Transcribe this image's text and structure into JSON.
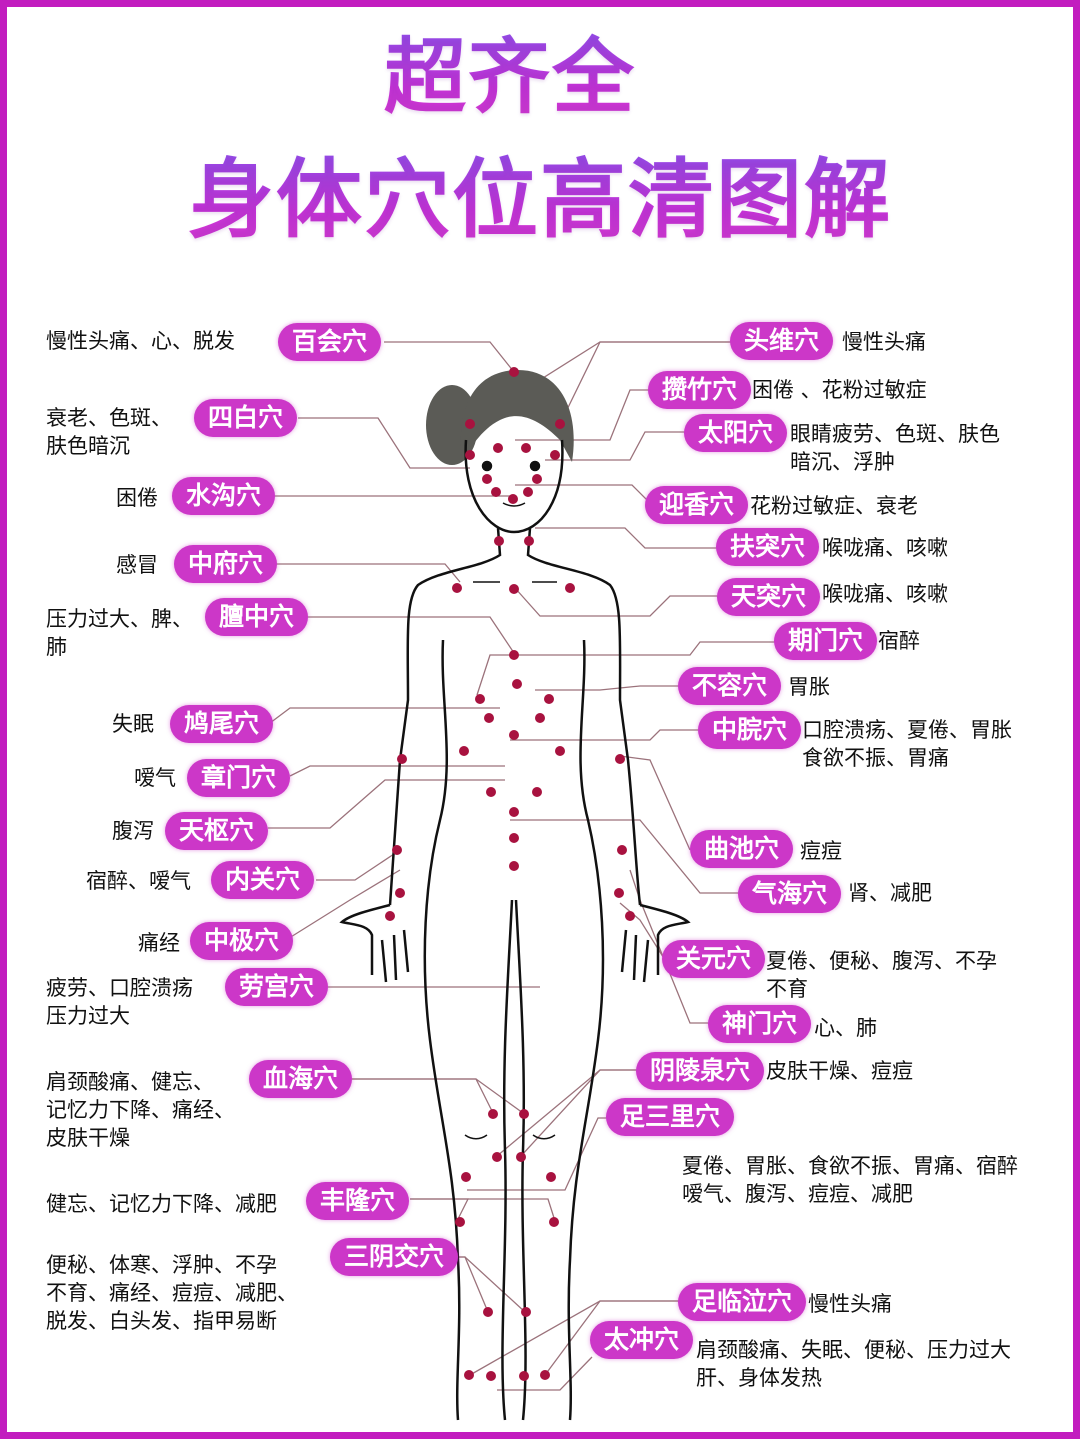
{
  "title": {
    "line1": "超齐全",
    "line2": "身体穴位高清图解"
  },
  "colors": {
    "frame": "#c21dbf",
    "pill_bg": "#cc37c8",
    "pill_text": "#ffffff",
    "point": "#a8123f",
    "leader_line": "#8a5a64",
    "body_outline": "#111111",
    "hair": "#5b5b56"
  },
  "left_points": [
    {
      "name": "百会穴",
      "effects": "慢性头痛、心、脱发"
    },
    {
      "name": "四白穴",
      "effects": "衰老、色斑、\n肤色暗沉"
    },
    {
      "name": "水沟穴",
      "effects": "困倦"
    },
    {
      "name": "中府穴",
      "effects": "感冒"
    },
    {
      "name": "膻中穴",
      "effects": "压力过大、脾、\n肺"
    },
    {
      "name": "鸠尾穴",
      "effects": "失眠"
    },
    {
      "name": "章门穴",
      "effects": "嗳气"
    },
    {
      "name": "天枢穴",
      "effects": "腹泻"
    },
    {
      "name": "内关穴",
      "effects": "宿醉、嗳气"
    },
    {
      "name": "中极穴",
      "effects": "痛经"
    },
    {
      "name": "劳宫穴",
      "effects": "疲劳、口腔溃疡\n压力过大"
    },
    {
      "name": "血海穴",
      "effects": "肩颈酸痛、健忘、\n记忆力下降、痛经、\n皮肤干燥"
    },
    {
      "name": "丰隆穴",
      "effects": "健忘、记忆力下降、减肥"
    },
    {
      "name": "三阴交穴",
      "effects": "便秘、体寒、浮肿、不孕\n不育、痛经、痘痘、减肥、\n脱发、白头发、指甲易断"
    }
  ],
  "right_points": [
    {
      "name": "头维穴",
      "effects": "慢性头痛"
    },
    {
      "name": "攒竹穴",
      "effects": "困倦 、花粉过敏症"
    },
    {
      "name": "太阳穴",
      "effects": "眼睛疲劳、色斑、肤色\n暗沉、浮肿"
    },
    {
      "name": "迎香穴",
      "effects": "花粉过敏症、衰老"
    },
    {
      "name": "扶突穴",
      "effects": "喉咙痛、咳嗽"
    },
    {
      "name": "天突穴",
      "effects": "喉咙痛、咳嗽"
    },
    {
      "name": "期门穴",
      "effects": "宿醉"
    },
    {
      "name": "不容穴",
      "effects": "胃胀"
    },
    {
      "name": "中脘穴",
      "effects": "口腔溃疡、夏倦、胃胀\n食欲不振、胃痛"
    },
    {
      "name": "曲池穴",
      "effects": "痘痘"
    },
    {
      "name": "气海穴",
      "effects": "肾、减肥"
    },
    {
      "name": "关元穴",
      "effects": "夏倦、便秘、腹泻、不孕\n不育"
    },
    {
      "name": "神门穴",
      "effects": "心、肺"
    },
    {
      "name": "阴陵泉穴",
      "effects": "皮肤干燥、痘痘"
    },
    {
      "name": "足三里穴",
      "effects": "夏倦、胃胀、食欲不振、胃痛、宿醉\n嗳气、腹泻、痘痘、减肥"
    },
    {
      "name": "足临泣穴",
      "effects": "慢性头痛"
    },
    {
      "name": "太冲穴",
      "effects": "肩颈酸痛、失眠、便秘、压力过大\n肝、身体发热"
    }
  ]
}
